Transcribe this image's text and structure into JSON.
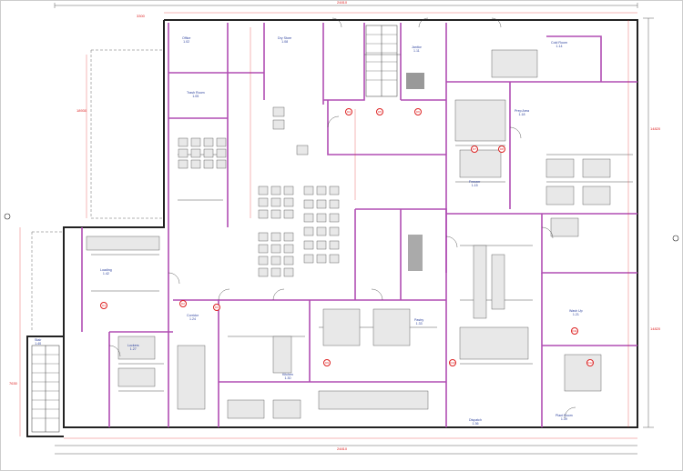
{
  "drawing": {
    "overall_width_label": "24810",
    "overall_height_label": "14820",
    "right_height_label": "14820",
    "top_left_dim": "3300",
    "bottom_left_dim": "7630",
    "left_dim": "18930"
  },
  "rooms": [
    {
      "name": "Office",
      "num": "1.02"
    },
    {
      "name": "Trash Room",
      "num": "1.05"
    },
    {
      "name": "Dry Store",
      "num": "1.08"
    },
    {
      "name": "Janitor",
      "num": "1.11"
    },
    {
      "name": "Cold Room",
      "num": "1.14"
    },
    {
      "name": "Freezer",
      "num": "1.15"
    },
    {
      "name": "Prep Area",
      "num": "1.18"
    },
    {
      "name": "Wash Up",
      "num": "1.21"
    },
    {
      "name": "Corridor",
      "num": "1.24"
    },
    {
      "name": "Lockers",
      "num": "1.27"
    },
    {
      "name": "Kitchen",
      "num": "1.30"
    },
    {
      "name": "Pastry",
      "num": "1.33"
    },
    {
      "name": "Dispatch",
      "num": "1.36"
    },
    {
      "name": "Plant Room",
      "num": "1.39"
    },
    {
      "name": "Stair",
      "num": "1.40"
    },
    {
      "name": "Loading",
      "num": "1.42"
    }
  ],
  "door_tags": [
    "D1",
    "D2",
    "D3",
    "D4",
    "D5",
    "D6",
    "D7",
    "D8",
    "D9",
    "D10",
    "D11",
    "D12"
  ]
}
